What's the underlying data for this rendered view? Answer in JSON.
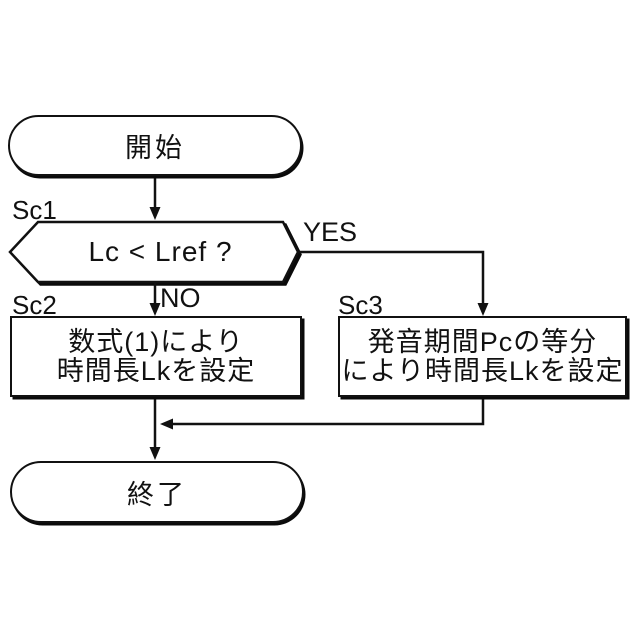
{
  "diagram": {
    "title": "time-length setting flowchart",
    "colors": {
      "line": "#111111",
      "background": "#ffffff",
      "node_fill": "#ffffff"
    },
    "nodes": {
      "start": {
        "label": "開始"
      },
      "decision": {
        "id": "Sc1",
        "label": "Lc < Lref ?"
      },
      "process_no": {
        "id": "Sc2",
        "line1": "数式(1)により",
        "line2": "時間長Lkを設定"
      },
      "process_yes": {
        "id": "Sc3",
        "line1": "発音期間Pcの等分",
        "line2": "により時間長Lkを設定"
      },
      "end": {
        "label": "終了"
      }
    },
    "branches": {
      "yes": "YES",
      "no": "NO"
    }
  }
}
